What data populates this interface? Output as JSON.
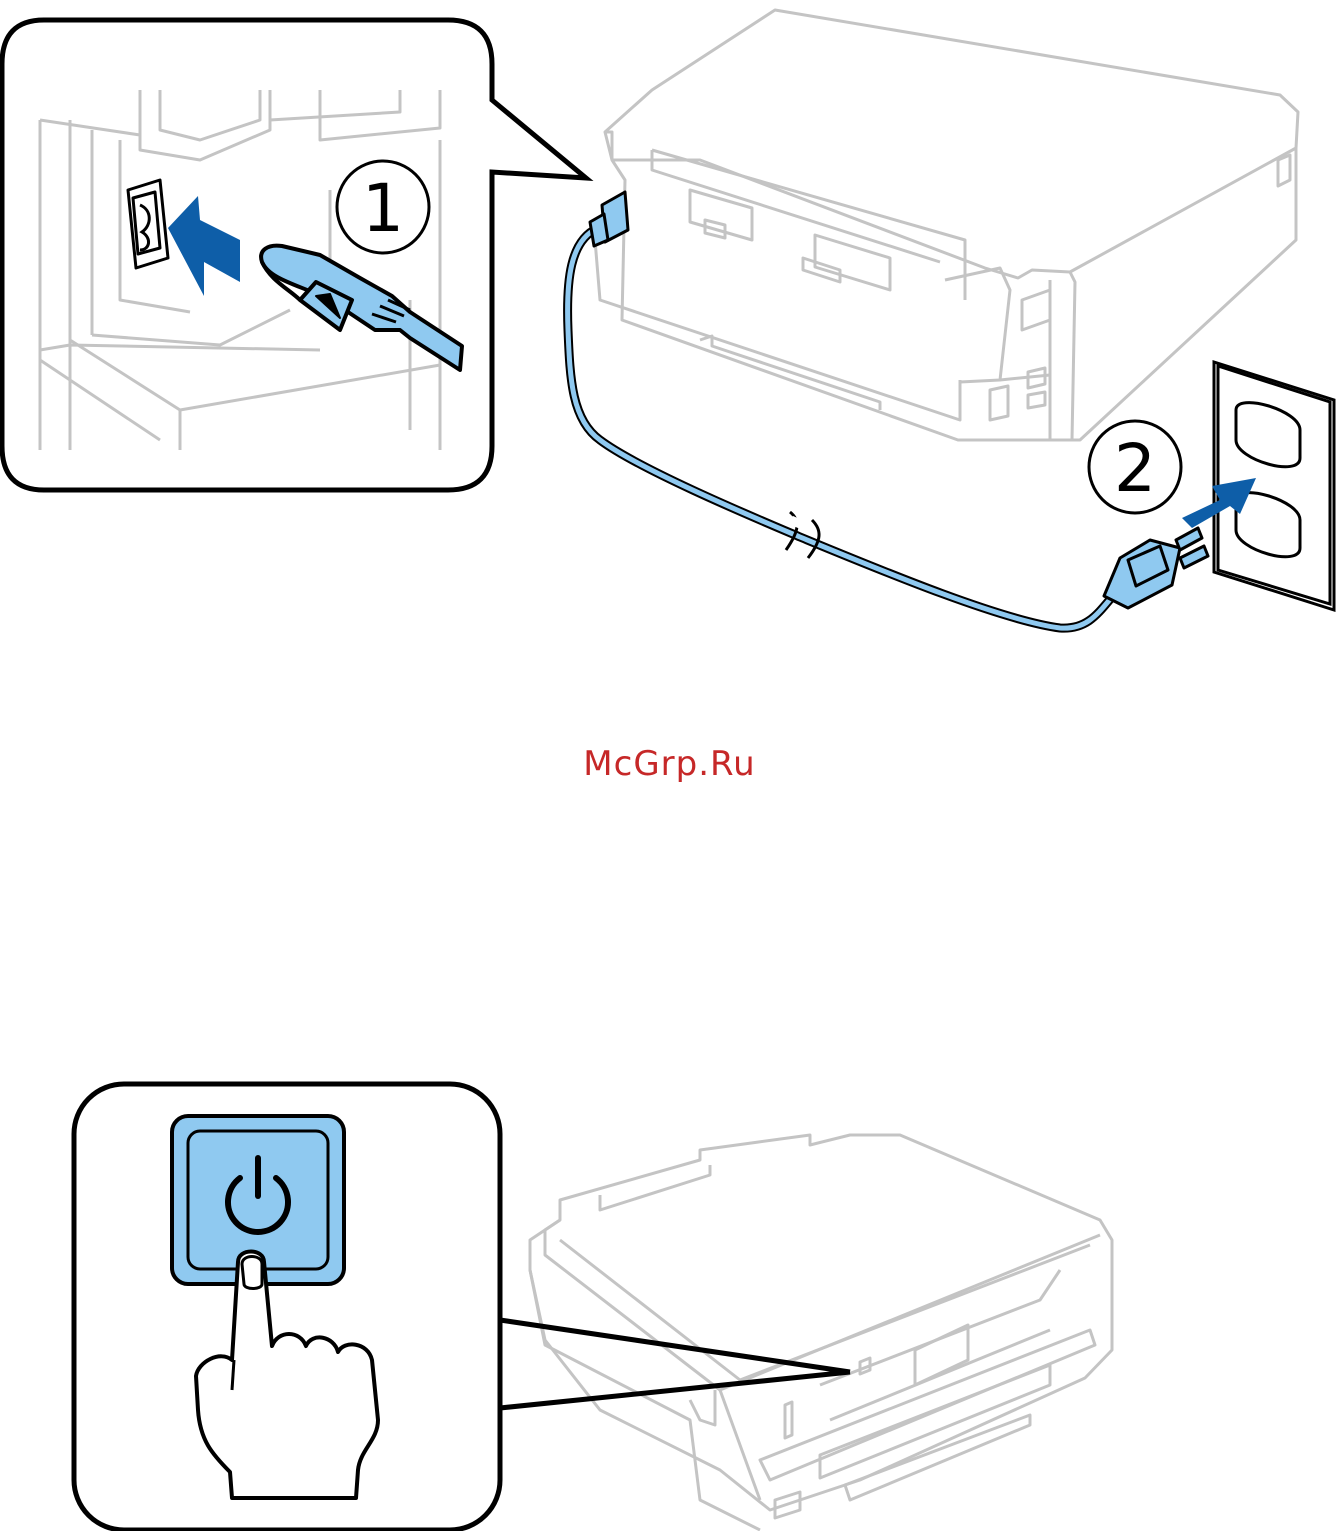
{
  "figure_top": {
    "step_1_label": "1",
    "step_2_label": "2"
  },
  "watermark": {
    "text": "McGrp.Ru"
  },
  "colors": {
    "outline": "#000000",
    "printer_gray": "#c4c4c4",
    "cable_blue": "#8fc9f0",
    "arrow_blue": "#0e5ea8",
    "watermark_red": "#c62828"
  },
  "icons": [
    "power-icon",
    "finger-press-icon",
    "push-arrow-icon"
  ]
}
